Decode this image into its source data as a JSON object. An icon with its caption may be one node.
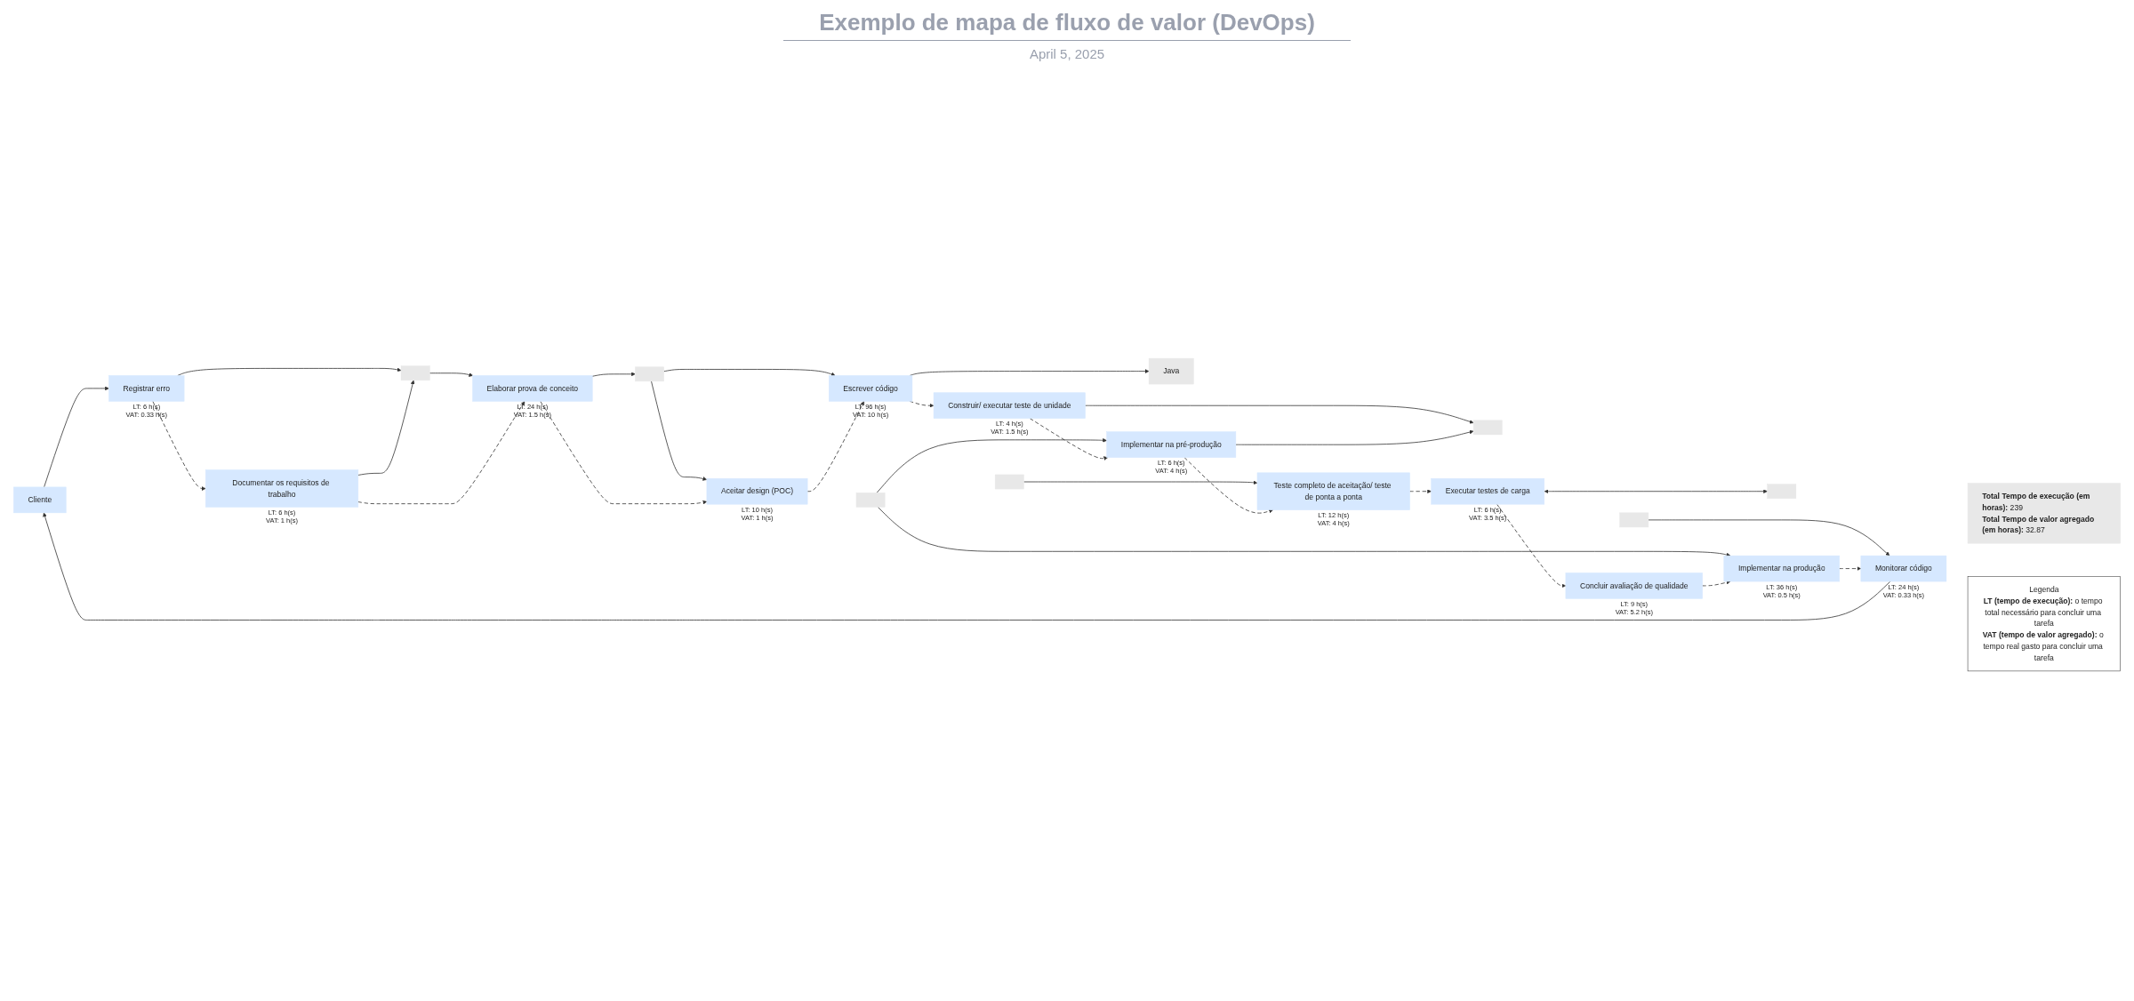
{
  "diagram": {
    "title": "Exemplo de mapa de fluxo de valor (DevOps)",
    "caption": "April 5, 2025",
    "nodes": [
      {
        "text": [
          "**Total Tempo de execução (em horas):** 239",
          "**Total Tempo de valor agregado (em horas):** 32.87"
        ]
      },
      {
        "text": [
          "Cliente"
        ]
      },
      {
        "text": [],
        "shape": "box"
      },
      {
        "text": [],
        "shape": "box"
      },
      {
        "text": [
          "Java"
        ]
      },
      {
        "text": [],
        "shape": "box"
      },
      {
        "text": [],
        "shape": "box"
      },
      {
        "text": [],
        "shape": "box"
      },
      {
        "text": [],
        "shape": "box"
      },
      {
        "text": [],
        "shape": "box"
      },
      {
        "text": [
          "Registrar erro"
        ],
        "beside": [
          "LT: 6 h(s)",
          "VAT: 0.33 h(s)"
        ]
      },
      {
        "text": [
          "Documentar os requisitos de trabalho"
        ],
        "beside": [
          "LT: 6 h(s)",
          "VAT: 1 h(s)"
        ]
      },
      {
        "text": [
          "Elaborar prova de conceito"
        ],
        "beside": [
          "LT: 24 h(s)",
          "VAT: 1.5 h(s)"
        ]
      },
      {
        "text": [
          "Aceitar design (POC)"
        ],
        "beside": [
          "LT: 10 h(s)",
          "VAT: 1 h(s)"
        ]
      },
      {
        "text": [
          "Escrever código"
        ],
        "beside": [
          "LT: 96 h(s)",
          "VAT: 10 h(s)"
        ]
      },
      {
        "text": [
          "Construir/ executar teste de unidade"
        ],
        "beside": [
          "LT: 4 h(s)",
          "VAT: 1.5 h(s)"
        ]
      },
      {
        "text": [
          "Implementar na pré-produção"
        ],
        "beside": [
          "LT: 6 h(s)",
          "VAT: 4 h(s)"
        ]
      },
      {
        "text": [
          "Teste completo de aceitação/ teste de ponta a ponta"
        ],
        "beside": [
          "LT: 12 h(s)",
          "VAT: 4 h(s)"
        ]
      },
      {
        "text": [
          "Executar testes de carga"
        ],
        "beside": [
          "LT: 6 h(s)",
          "VAT: 3.5 h(s)"
        ]
      },
      {
        "text": [
          "Concluir avaliação de qualidade"
        ],
        "beside": [
          "LT: 9 h(s)",
          "VAT: 5.2 h(s)"
        ]
      },
      {
        "text": [
          "Implementar na produção"
        ],
        "beside": [
          "LT: 36 h(s)",
          "VAT: 0.5 h(s)"
        ]
      },
      {
        "text": [
          "Monitorar código"
        ],
        "beside": [
          "LT: 24 h(s)",
          "VAT: 0.33 h(s)"
        ]
      },
      {
        "text": [
          "Legenda",
          "**LT (tempo de execução):** o tempo total necessário para concluir uma tarefa",
          "**VAT (tempo de valor agregado):** o tempo real gasto para concluir uma tarefa"
        ]
      }
    ],
    "edges": [
      {
        "from": 1,
        "to": 10,
        "arrow": "to"
      },
      {
        "from": 10,
        "to": 2,
        "arrow": "to"
      },
      {
        "from": 11,
        "to": 2,
        "arrow": "to"
      },
      {
        "from": 2,
        "to": 12,
        "arrow": "to"
      },
      {
        "from": 12,
        "to": 3,
        "arrow": "to"
      },
      {
        "from": 3,
        "to": 13,
        "arrow": "to"
      },
      {
        "from": 3,
        "to": 14,
        "arrow": "to"
      },
      {
        "from": 14,
        "to": 4,
        "arrow": "to"
      },
      {
        "from": 15,
        "to": 5,
        "arrow": "to"
      },
      {
        "from": 16,
        "to": 5,
        "arrow": "to"
      },
      {
        "from": 8,
        "to": 16,
        "arrow": "to"
      },
      {
        "from": 6,
        "to": 17,
        "arrow": "to"
      },
      {
        "from": 18,
        "to": 7,
        "arrow": "both"
      },
      {
        "from": 8,
        "to": 20,
        "arrow": "to"
      },
      {
        "from": 9,
        "to": 21,
        "arrow": "to"
      },
      {
        "from": 10,
        "to": 11,
        "arrow": "to",
        "style": "dashed"
      },
      {
        "from": 11,
        "to": 12,
        "arrow": "to",
        "style": "dashed"
      },
      {
        "from": 12,
        "to": 13,
        "arrow": "to",
        "style": "dashed"
      },
      {
        "from": 13,
        "to": 14,
        "arrow": "to",
        "style": "dashed"
      },
      {
        "from": 14,
        "to": 15,
        "arrow": "to",
        "style": "dashed"
      },
      {
        "from": 15,
        "to": 16,
        "arrow": "to",
        "style": "dashed"
      },
      {
        "from": 16,
        "to": 17,
        "arrow": "to",
        "style": "dashed"
      },
      {
        "from": 17,
        "to": 18,
        "arrow": "to",
        "style": "dashed"
      },
      {
        "from": 18,
        "to": 19,
        "arrow": "to",
        "style": "dashed"
      },
      {
        "from": 19,
        "to": 20,
        "arrow": "to",
        "style": "dashed"
      },
      {
        "from": 20,
        "to": 21,
        "arrow": "to",
        "style": "dashed"
      },
      {
        "from": 21,
        "to": 1,
        "arrow": "to"
      }
    ]
  }
}
